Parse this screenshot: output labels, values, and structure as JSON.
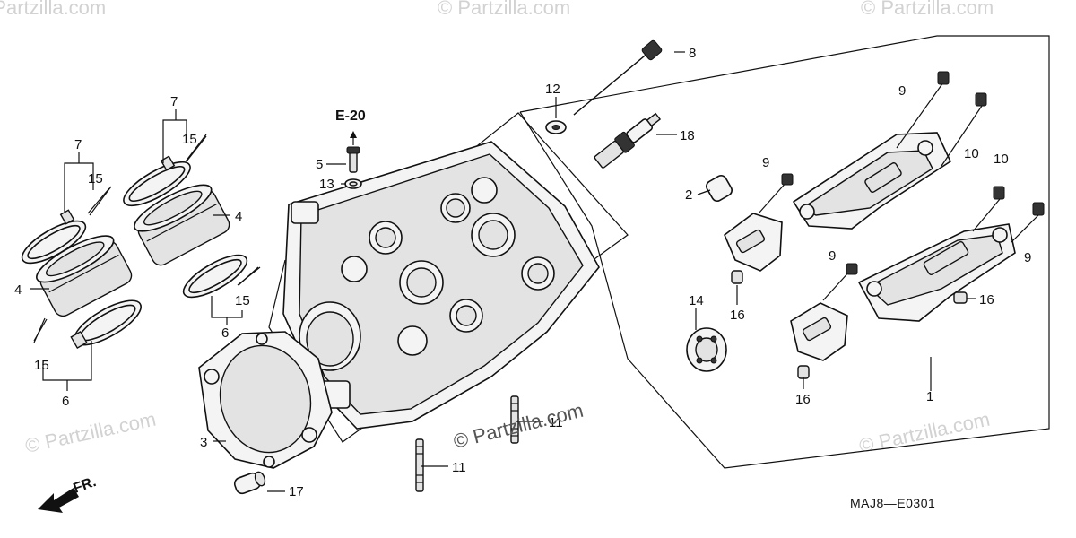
{
  "diagram": {
    "reference": "E-20",
    "diagram_code": "MAJ8—E0301",
    "front_indicator": "FR.",
    "watermark_center": "© Partzilla.com",
    "watermark": "© Partzilla.com",
    "callouts": {
      "c1": "1",
      "c2": "2",
      "c3": "3",
      "c4a": "4",
      "c4b": "4",
      "c5": "5",
      "c6a": "6",
      "c6b": "6",
      "c7a": "7",
      "c7b": "7",
      "c8": "8",
      "c9a": "9",
      "c9b": "9",
      "c9c": "9",
      "c9d": "9",
      "c10a": "10",
      "c10b": "10",
      "c11a": "11",
      "c11b": "11",
      "c12": "12",
      "c13": "13",
      "c14": "14",
      "c15a": "15",
      "c15b": "15",
      "c15c": "15",
      "c15d": "15",
      "c16a": "16",
      "c16b": "16",
      "c16c": "16",
      "c17": "17",
      "c18": "18"
    }
  }
}
